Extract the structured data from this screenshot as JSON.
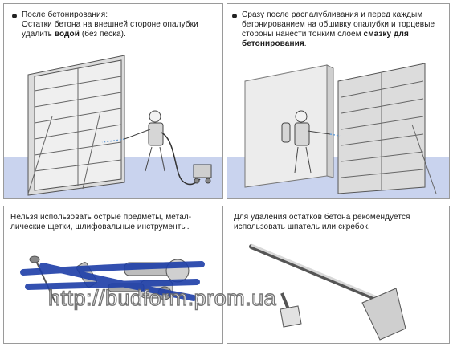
{
  "panels": [
    {
      "line1": "После бетонирования:",
      "line2": "Остатки бетона на внешней стороне опалубки",
      "line3_pre": "удалить ",
      "line3_bold": "водой",
      "line3_post": " (без песка)."
    },
    {
      "line1": "Сразу после распалубливания и перед каждым",
      "line2": "бетонированием на обшивку опалубки и торцевые",
      "line3_pre": "стороны нанести тонким слоем ",
      "line3_bold": "смазку для",
      "line4_bold": "бетонирования",
      "line4_post": "."
    },
    {
      "line1": "Нельзя использовать острые предметы, метал-",
      "line2": "лические щетки, шлифовальные инструменты."
    },
    {
      "line1": "Для удаления остатков бетона рекомендуется",
      "line2": "использовать шпатель или скребок."
    }
  ],
  "watermark": "http://budform.prom.ua",
  "colors": {
    "floor": "#c9d3ee",
    "cross": "#1d3ea8"
  }
}
